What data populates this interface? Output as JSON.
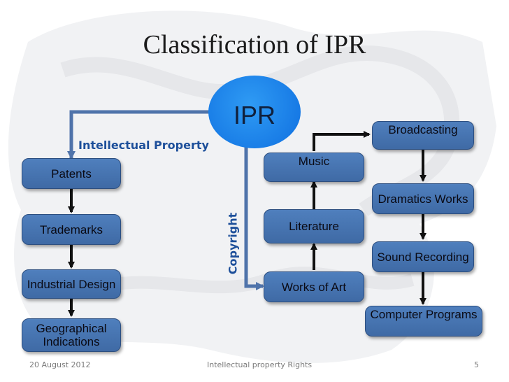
{
  "slide": {
    "title": "Classification of IPR",
    "root": "IPR",
    "branches": {
      "intellectual_property": "Intellectual Property",
      "copyright": "Copyright"
    },
    "ip_items": [
      "Patents",
      "Trademarks",
      "Industrial Design",
      "Geographical Indications"
    ],
    "copyright_items": [
      "Works of Art",
      "Literature",
      "Music"
    ],
    "right_items": [
      "Broadcasting",
      "Dramatics Works",
      "Sound Recording",
      "Computer Programs"
    ],
    "geo_lines": [
      "Geographical",
      "Indications"
    ]
  },
  "footer": {
    "date": "20 August 2012",
    "center": "Intellectual property Rights",
    "page": "5"
  },
  "colors": {
    "box": "#4a78b8",
    "ellipse": "#1a7fe8",
    "branch_label": "#1d4f9a",
    "connector": "#4f73aa",
    "arrow": "#111111"
  }
}
